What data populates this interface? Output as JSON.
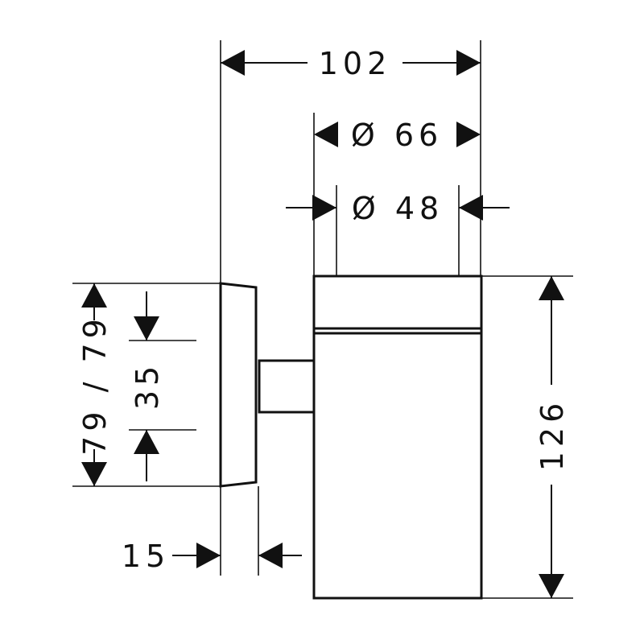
{
  "dimensions": {
    "overall_width": "102",
    "outer_diameter": "Ø 66",
    "inner_diameter": "Ø 48",
    "height": "126",
    "plate_height": "79 / 79",
    "plate_offset": "35",
    "plate_depth": "15"
  },
  "colors": {
    "line": "#111111",
    "background": "#ffffff"
  }
}
